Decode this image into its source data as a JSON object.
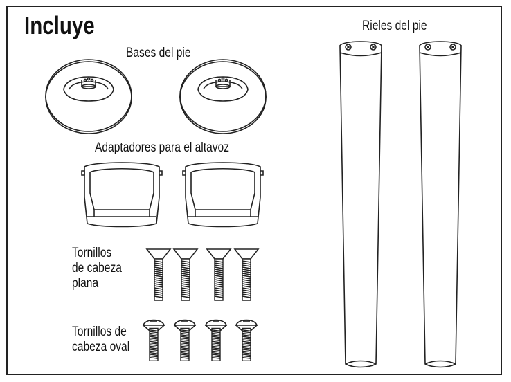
{
  "title": "Incluye",
  "labels": {
    "bases": "Bases del pie",
    "adapters": "Adaptadores para el altavoz",
    "flat_screws": "Tornillos\nde cabeza\nplana",
    "oval_screws": "Tornillos de\ncabeza oval",
    "rails": "Rieles del pie"
  },
  "icons": {
    "bases": "stand-base-icon",
    "adapters": "speaker-adapter-icon",
    "flat_screws": "flat-head-screw-icon",
    "oval_screws": "oval-head-screw-icon",
    "rails": "stand-rail-icon"
  }
}
